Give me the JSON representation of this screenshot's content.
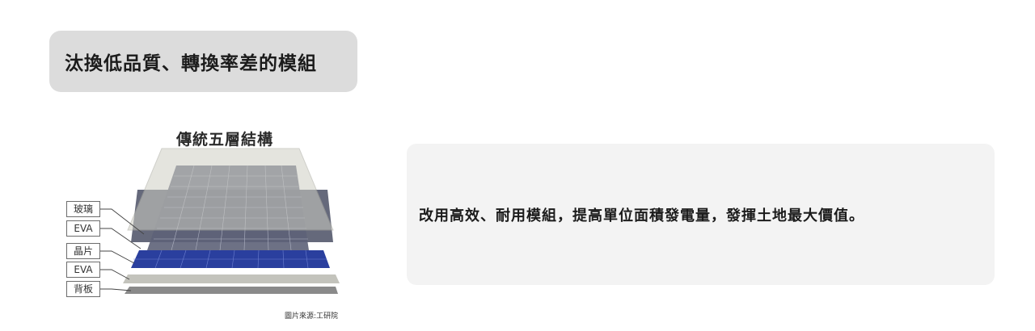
{
  "header": {
    "title": "汰換低品質、轉換率差的模組"
  },
  "figure": {
    "title": "傳統五層結構",
    "layers": [
      "玻璃",
      "EVA",
      "晶片",
      "EVA",
      "背板"
    ],
    "credit": "圖片來源:工研院"
  },
  "info": {
    "text": "改用高效、耐用模組，提高單位面積發電量，發揮土地最大價值。"
  }
}
